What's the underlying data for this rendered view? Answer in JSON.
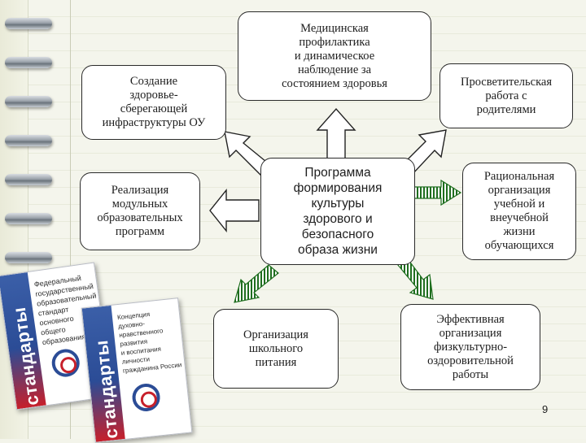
{
  "boxes": {
    "top": "Медицинская\nпрофилактика\nи динамическое\nнаблюдение за\nсостоянием здоровья",
    "top_left": "Создание\nздоровье-\nсберегающей\nинфраструктуры ОУ",
    "top_right": "Просветительская\nработа с\nродителями",
    "center": "Программа\nформирования\nкультуры\nздорового и\nбезопасного\nобраза жизни",
    "mid_left": "Реализация\nмодульных\nобразовательных\nпрограмм",
    "mid_right": "Рациональная\nорганизация\nучебной и\nвнеучебной\nжизни\nобучающихся",
    "bottom_left": "Организация\nшкольного\nпитания",
    "bottom_right": "Эффективная\nорганизация\nфизкультурно-\nоздоровительной\nработы"
  },
  "page_number": "9",
  "books": {
    "back_title": "Федеральный\nгосударственный\nобразовательный\nстандарт основного\nобщего образования",
    "front_title": "Концепция\nдуховно-нравственного\nразвития\nи воспитания личности\nгражданина России",
    "spine_text": "стандарты"
  },
  "colors": {
    "book_blue": "#2b4c96",
    "book_red": "#c7202b",
    "background": "#f3f4ea"
  }
}
